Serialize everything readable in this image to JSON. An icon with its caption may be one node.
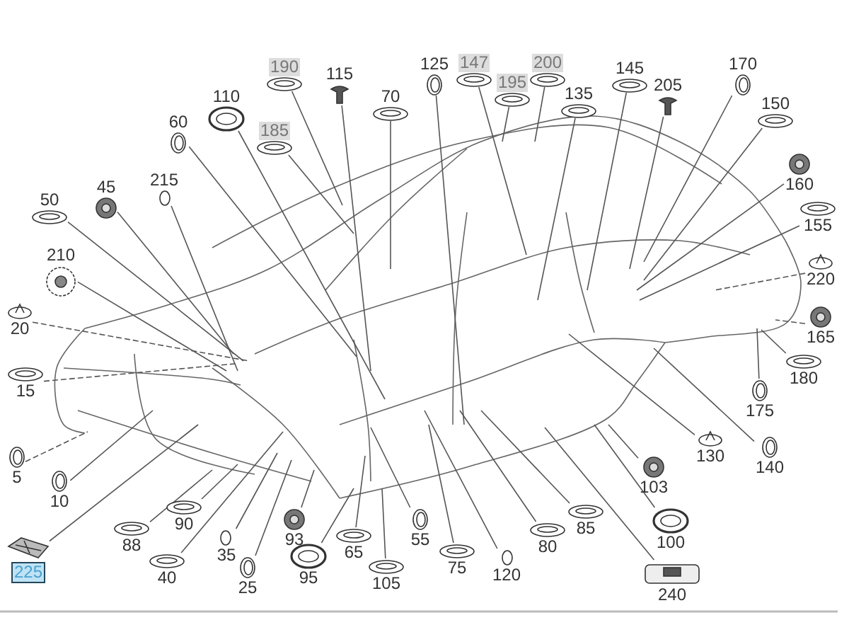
{
  "diagram": {
    "nodes": [
      {
        "text": [
          "190"
        ]
      },
      {
        "text": [
          "115"
        ]
      },
      {
        "text": [
          "125"
        ]
      },
      {
        "text": [
          "147"
        ]
      },
      {
        "text": [
          "200"
        ]
      },
      {
        "text": [
          "145"
        ]
      },
      {
        "text": [
          "170"
        ]
      },
      {
        "text": [
          "195"
        ]
      },
      {
        "text": [
          "205"
        ]
      },
      {
        "text": [
          "110"
        ]
      },
      {
        "text": [
          "135"
        ]
      },
      {
        "text": [
          "70"
        ]
      },
      {
        "text": [
          "150"
        ]
      },
      {
        "text": [
          "60"
        ]
      },
      {
        "text": [
          "185"
        ]
      },
      {
        "text": [
          "215"
        ]
      },
      {
        "text": [
          "160"
        ]
      },
      {
        "text": [
          "45"
        ]
      },
      {
        "text": [
          "50"
        ]
      },
      {
        "text": [
          "155"
        ]
      },
      {
        "text": [
          "210"
        ]
      },
      {
        "text": [
          "220"
        ]
      },
      {
        "text": [
          "20"
        ]
      },
      {
        "text": [
          "165"
        ]
      },
      {
        "text": [
          "180"
        ]
      },
      {
        "text": [
          "15"
        ]
      },
      {
        "text": [
          "175"
        ]
      },
      {
        "text": [
          "130"
        ]
      },
      {
        "text": [
          "140"
        ]
      },
      {
        "text": [
          "5"
        ]
      },
      {
        "text": [
          "10"
        ]
      },
      {
        "text": [
          "103"
        ]
      },
      {
        "text": [
          "90"
        ]
      },
      {
        "text": [
          "85"
        ]
      },
      {
        "text": [
          "55"
        ]
      },
      {
        "text": [
          "88"
        ]
      },
      {
        "text": [
          "93"
        ]
      },
      {
        "text": [
          "35"
        ]
      },
      {
        "text": [
          "80"
        ]
      },
      {
        "text": [
          "100"
        ]
      },
      {
        "text": [
          "65"
        ]
      },
      {
        "text": [
          "75"
        ]
      },
      {
        "text": [
          "225"
        ]
      },
      {
        "text": [
          "40"
        ]
      },
      {
        "text": [
          "95"
        ]
      },
      {
        "text": [
          "120"
        ]
      },
      {
        "text": [
          "25"
        ]
      },
      {
        "text": [
          "105"
        ]
      },
      {
        "text": [
          "240"
        ]
      }
    ],
    "edges": [
      {
        "from": 0,
        "to": null,
        "arrow": "none"
      },
      {
        "from": 1,
        "to": null,
        "arrow": "none"
      },
      {
        "from": 2,
        "to": null,
        "arrow": "none"
      },
      {
        "from": 3,
        "to": null,
        "arrow": "none"
      },
      {
        "from": 4,
        "to": null,
        "arrow": "none"
      },
      {
        "from": 5,
        "to": null,
        "arrow": "none"
      },
      {
        "from": 6,
        "to": null,
        "arrow": "none"
      },
      {
        "from": 7,
        "to": null,
        "arrow": "none"
      },
      {
        "from": 8,
        "to": null,
        "arrow": "none"
      },
      {
        "from": 9,
        "to": null,
        "arrow": "none"
      },
      {
        "from": 10,
        "to": null,
        "arrow": "none"
      },
      {
        "from": 11,
        "to": null,
        "arrow": "none"
      },
      {
        "from": 12,
        "to": null,
        "arrow": "none"
      },
      {
        "from": 13,
        "to": null,
        "arrow": "none"
      },
      {
        "from": 14,
        "to": null,
        "arrow": "none"
      },
      {
        "from": 15,
        "to": null,
        "arrow": "none"
      },
      {
        "from": 16,
        "to": null,
        "arrow": "none"
      },
      {
        "from": 17,
        "to": null,
        "arrow": "none"
      },
      {
        "from": 18,
        "to": null,
        "arrow": "none"
      },
      {
        "from": 19,
        "to": null,
        "arrow": "none"
      },
      {
        "from": 20,
        "to": null,
        "arrow": "none"
      },
      {
        "from": 21,
        "to": null,
        "arrow": "none",
        "style": "dashed"
      },
      {
        "from": 22,
        "to": null,
        "arrow": "none",
        "style": "dashed"
      },
      {
        "from": 23,
        "to": null,
        "arrow": "none",
        "style": "dashed"
      },
      {
        "from": 24,
        "to": null,
        "arrow": "none"
      },
      {
        "from": 25,
        "to": null,
        "arrow": "none",
        "style": "dashed"
      },
      {
        "from": 26,
        "to": null,
        "arrow": "none"
      },
      {
        "from": 27,
        "to": null,
        "arrow": "none"
      },
      {
        "from": 28,
        "to": null,
        "arrow": "none"
      },
      {
        "from": 29,
        "to": null,
        "arrow": "none",
        "style": "dashed"
      },
      {
        "from": 30,
        "to": null,
        "arrow": "none"
      },
      {
        "from": 31,
        "to": null,
        "arrow": "none"
      },
      {
        "from": 32,
        "to": null,
        "arrow": "none"
      },
      {
        "from": 33,
        "to": null,
        "arrow": "none"
      },
      {
        "from": 34,
        "to": null,
        "arrow": "none"
      },
      {
        "from": 35,
        "to": null,
        "arrow": "none"
      },
      {
        "from": 36,
        "to": null,
        "arrow": "none"
      },
      {
        "from": 37,
        "to": null,
        "arrow": "none"
      },
      {
        "from": 38,
        "to": null,
        "arrow": "none"
      },
      {
        "from": 39,
        "to": null,
        "arrow": "none"
      },
      {
        "from": 40,
        "to": null,
        "arrow": "none"
      },
      {
        "from": 41,
        "to": null,
        "arrow": "none"
      },
      {
        "from": 42,
        "to": null,
        "arrow": "none"
      },
      {
        "from": 43,
        "to": null,
        "arrow": "none"
      },
      {
        "from": 44,
        "to": null,
        "arrow": "none"
      },
      {
        "from": 45,
        "to": null,
        "arrow": "none"
      },
      {
        "from": 46,
        "to": null,
        "arrow": "none"
      },
      {
        "from": 47,
        "to": null,
        "arrow": "none"
      },
      {
        "from": 48,
        "to": null,
        "arrow": "none"
      }
    ]
  }
}
